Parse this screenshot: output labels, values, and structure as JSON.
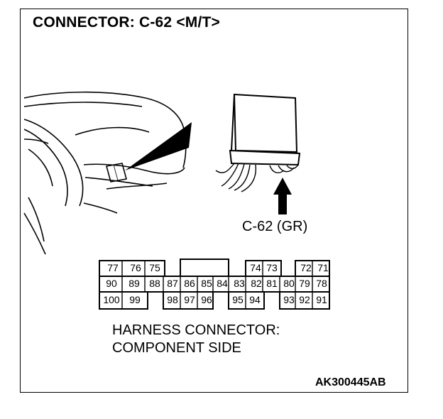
{
  "title": "CONNECTOR: C-62 <M/T>",
  "connector_label": "C-62 (GR)",
  "caption": {
    "line1": "HARNESS CONNECTOR:",
    "line2": "COMPONENT SIDE"
  },
  "code": "AK300445AB",
  "pins": {
    "row1": [
      "77",
      "76",
      "75",
      "74",
      "73",
      "72",
      "71"
    ],
    "row2": [
      "90",
      "89",
      "88",
      "87",
      "86",
      "85",
      "84",
      "83",
      "82",
      "81",
      "80",
      "79",
      "78"
    ],
    "row3": [
      "100",
      "99",
      "98",
      "97",
      "96",
      "95",
      "94",
      "93",
      "92",
      "91"
    ]
  }
}
